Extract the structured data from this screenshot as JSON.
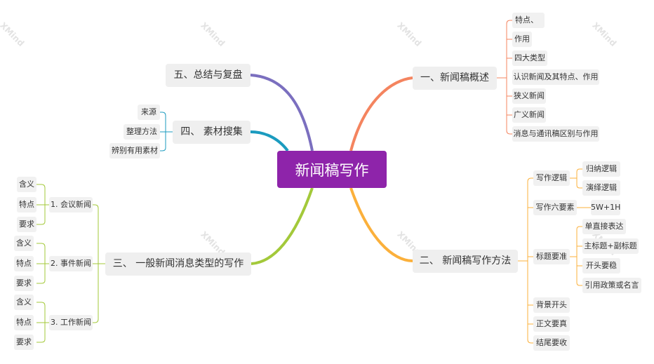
{
  "root": "新闻稿写作",
  "branches": [
    {
      "label": "一、新闻稿概述",
      "color": "#f4845f",
      "children": [
        "特点、",
        "作用",
        "四大类型",
        "认识新闻及其特点、作用",
        "狭义新闻",
        "广义新闻",
        "消息与通讯稿区别与作用"
      ]
    },
    {
      "label": "二、 新闻稿写作方法",
      "color": "#fbb03b",
      "children": [
        {
          "label": "写作逻辑",
          "children": [
            "归纳逻辑",
            "演绎逻辑"
          ]
        },
        {
          "label": "写作六要素",
          "children": [
            "5W+1H"
          ]
        },
        {
          "label": "标题要准",
          "children": [
            "单直接表达",
            "主标题+副标题",
            "开头要稳",
            "引用政策或名言"
          ]
        },
        {
          "label": "背景开头"
        },
        {
          "label": "正文要真"
        },
        {
          "label": "结尾要收"
        }
      ]
    },
    {
      "label": "三、 一般新闻消息类型的写作",
      "color": "#a3c93a",
      "children": [
        {
          "label": "1. 会议新闻",
          "children": [
            "含义",
            "特点",
            "要求"
          ]
        },
        {
          "label": "2. 事件新闻",
          "children": [
            "含义",
            "特点",
            "要求"
          ]
        },
        {
          "label": "3. 工作新闻",
          "children": [
            "含义",
            "特点",
            "要求"
          ]
        }
      ]
    },
    {
      "label": "四、 素材搜集",
      "color": "#1b9bbf",
      "children": [
        "来源",
        "整理方法",
        "辨别有用素材"
      ]
    },
    {
      "label": "五、总结与复盘",
      "color": "#7b6fbf",
      "children": []
    }
  ],
  "watermark": "XMind"
}
